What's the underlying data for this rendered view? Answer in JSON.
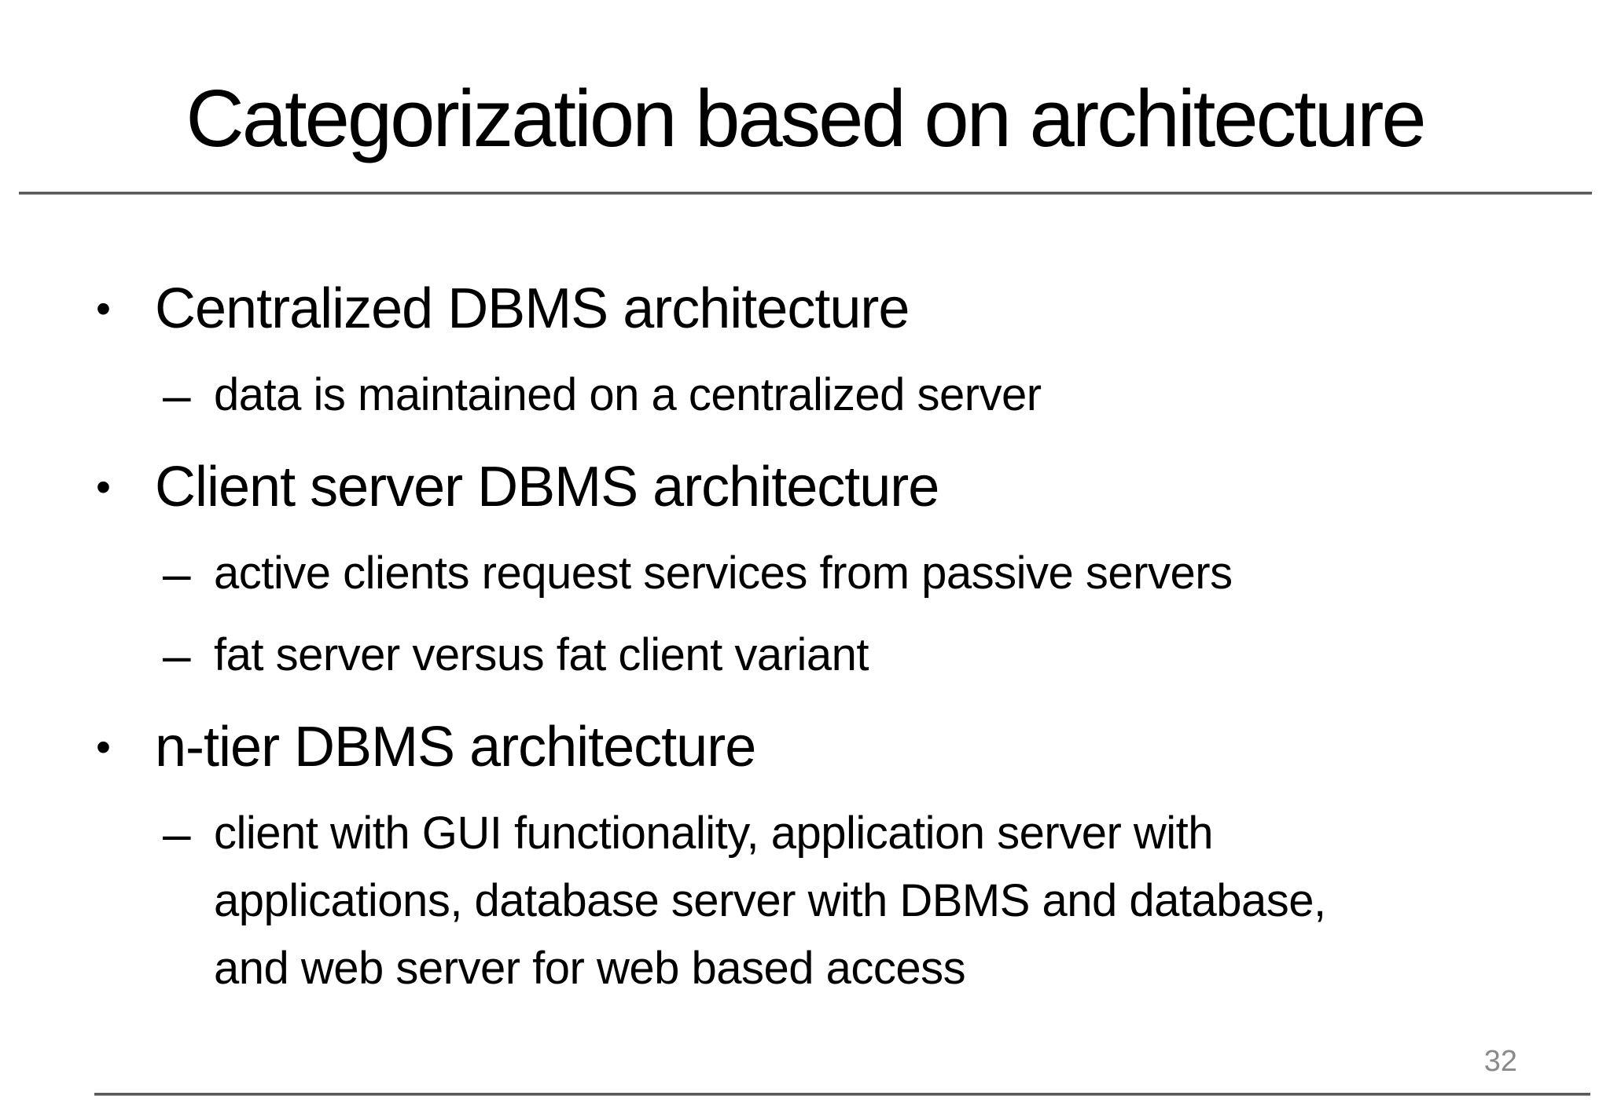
{
  "slide": {
    "title": "Categorization based on architecture",
    "page_number": "32",
    "markers": {
      "level1": "•",
      "level2": "–"
    },
    "bullets": [
      {
        "label": "Centralized DBMS architecture",
        "sub": [
          "data is maintained on a centralized server"
        ]
      },
      {
        "label": "Client server DBMS architecture",
        "sub": [
          "active clients request services from passive servers",
          "fat server versus fat client variant"
        ]
      },
      {
        "label": "n-tier DBMS architecture",
        "sub": [
          "client with GUI functionality, application server with applications, database server with DBMS and database, and web server for web based access"
        ]
      }
    ],
    "colors": {
      "background": "#ffffff",
      "text": "#000000",
      "rule": "#595959",
      "page_number": "#8a8a8a"
    }
  }
}
